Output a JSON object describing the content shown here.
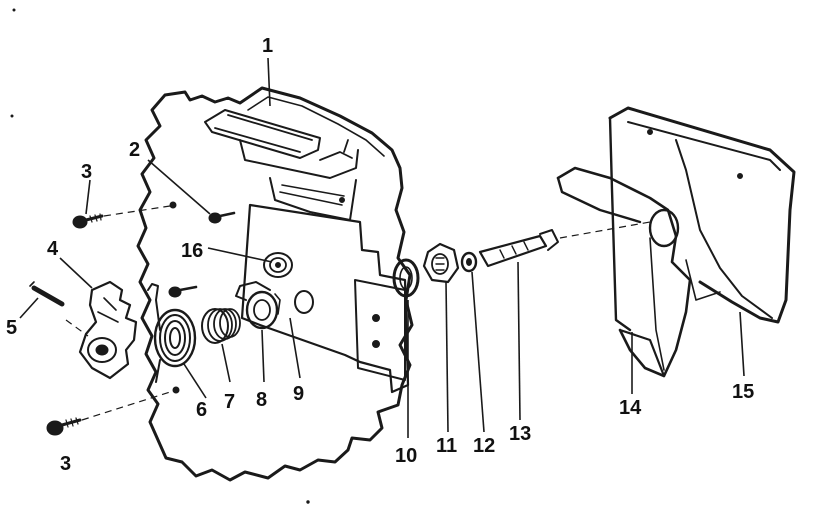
{
  "diagram": {
    "callouts": [
      {
        "id": "c1",
        "label": "1"
      },
      {
        "id": "c2",
        "label": "2"
      },
      {
        "id": "c3a",
        "label": "3"
      },
      {
        "id": "c3b",
        "label": "3"
      },
      {
        "id": "c4",
        "label": "4"
      },
      {
        "id": "c5",
        "label": "5"
      },
      {
        "id": "c6",
        "label": "6"
      },
      {
        "id": "c7",
        "label": "7"
      },
      {
        "id": "c8",
        "label": "8"
      },
      {
        "id": "c9",
        "label": "9"
      },
      {
        "id": "c10",
        "label": "10"
      },
      {
        "id": "c11",
        "label": "11"
      },
      {
        "id": "c12",
        "label": "12"
      },
      {
        "id": "c13",
        "label": "13"
      },
      {
        "id": "c14",
        "label": "14"
      },
      {
        "id": "c15",
        "label": "15"
      },
      {
        "id": "c16",
        "label": "16"
      }
    ],
    "ink_color": "#1a1a1a",
    "paper_color": "#ffffff"
  }
}
